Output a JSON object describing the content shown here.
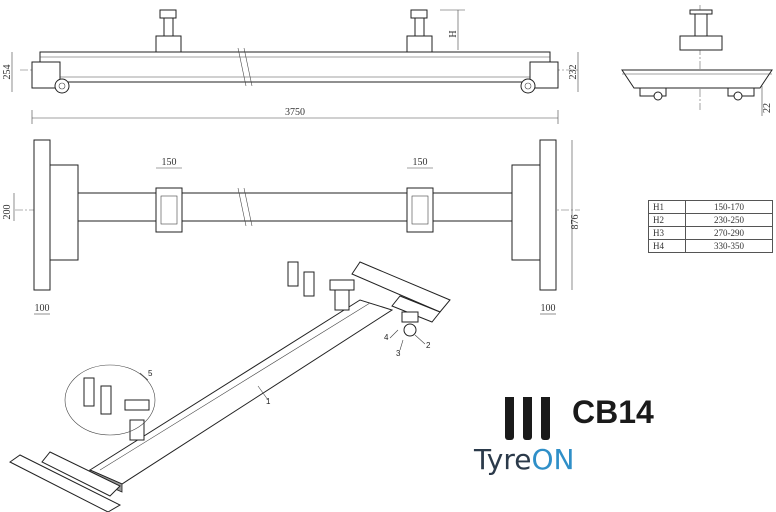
{
  "dimensions": {
    "side_height": "254",
    "side_height_right": "232",
    "total_length": "3750",
    "lift_height_label": "H",
    "end_height": "22",
    "pad_width_left": "150",
    "pad_width_right": "150",
    "beam_width": "200",
    "frame_width": "876",
    "foot_left": "100",
    "foot_right": "100"
  },
  "spec_table": [
    {
      "key": "H1",
      "value": "150-170"
    },
    {
      "key": "H2",
      "value": "230-250"
    },
    {
      "key": "H3",
      "value": "270-290"
    },
    {
      "key": "H4",
      "value": "330-350"
    }
  ],
  "part_numbers": {
    "p1": "1",
    "p2": "2",
    "p3": "3",
    "p4": "4",
    "p5": "5"
  },
  "brand": {
    "model": "CB14",
    "name_part1": "Tyre",
    "name_part2": "ON",
    "name_color": "#2b3a4a",
    "accent_color": "#2f8fc8"
  }
}
